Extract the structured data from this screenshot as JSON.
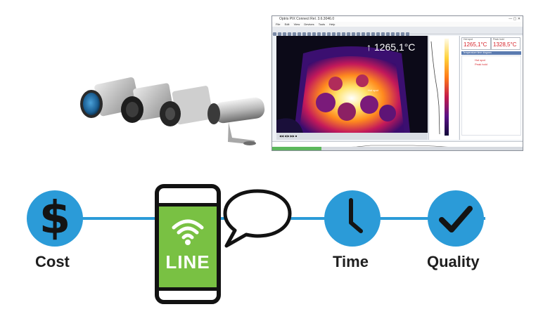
{
  "software": {
    "window_title": "Optris PIX Connect Rel. 3.6.3046.0",
    "menu": [
      "File",
      "Edit",
      "View",
      "Devices",
      "Tools",
      "Help"
    ],
    "temperature_readout": "↑ 1265,1°C",
    "hot_spot_label": "Hot spot",
    "hot_spot_caption": "Hot spot",
    "hot_spot_value": "1265,1°C",
    "peak_caption": "Peak hold",
    "peak_value": "1328,5°C",
    "graph_header": "Temperature time diagram",
    "legend": [
      "Hot spot",
      "Peak hold"
    ],
    "player_controls": "◀◀  ◀  ▶  ▶▶  ■"
  },
  "process": {
    "steps": [
      {
        "label": "Cost",
        "icon": "dollar-icon",
        "glyph": "$"
      },
      {
        "label": "Time",
        "icon": "clock-icon"
      },
      {
        "label": "Quality",
        "icon": "checkmark-icon"
      }
    ],
    "phone_app_label": "LINE",
    "phone_icon": "wifi-icon",
    "bubble_icon": "speech-bubble-icon"
  },
  "colors": {
    "accent_blue": "#2b9bd8",
    "line_green": "#79c143",
    "icon_dark": "#141414",
    "temperature_red": "#d7252c"
  }
}
